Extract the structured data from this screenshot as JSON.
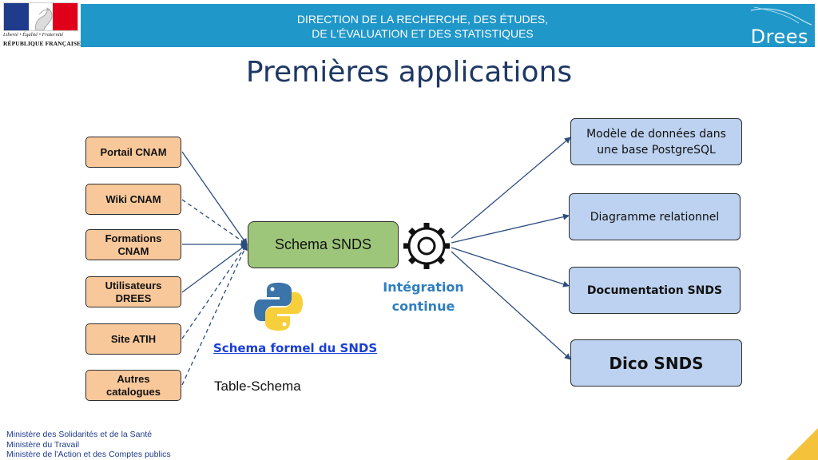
{
  "header": {
    "motto": "Liberté • Égalité • Fraternité",
    "republic": "RÉPUBLIQUE FRANÇAISE",
    "banner_line1": "DIRECTION DE LA RECHERCHE, DES ÉTUDES,",
    "banner_line2": "DE L'ÉVALUATION ET DES STATISTIQUES",
    "brand": "Drees"
  },
  "title": "Premières applications",
  "sources": [
    {
      "label": "Portail CNAM"
    },
    {
      "label": "Wiki CNAM"
    },
    {
      "label": "Formations CNAM"
    },
    {
      "label": "Utilisateurs DREES"
    },
    {
      "label": "Site ATIH"
    },
    {
      "label": "Autres catalogues"
    }
  ],
  "center": {
    "label": "Schema SNDS"
  },
  "integration": {
    "line1": "Intégration",
    "line2": "continue"
  },
  "outputs": [
    {
      "label": "Modèle de données dans une base PostgreSQL"
    },
    {
      "label": "Diagramme relationnel"
    },
    {
      "label": "Documentation SNDS"
    },
    {
      "label": "Dico SNDS"
    }
  ],
  "link": {
    "label": "Schema formel du SNDS"
  },
  "table_schema": "Table-Schema",
  "footer": [
    "Ministère des Solidarités et de la Santé",
    "Ministère du Travail",
    "Ministère de l'Action et des Comptes publics"
  ],
  "colors": {
    "banner": "#2097c9",
    "title": "#1f3864",
    "source_fill": "#f8c89a",
    "center_fill": "#9ec67a",
    "output_fill": "#bcd2f0",
    "arrow": "#2b4c7e",
    "integration_text": "#2e7fbf",
    "link": "#1a3fd6",
    "corner": "#f5c23c"
  }
}
